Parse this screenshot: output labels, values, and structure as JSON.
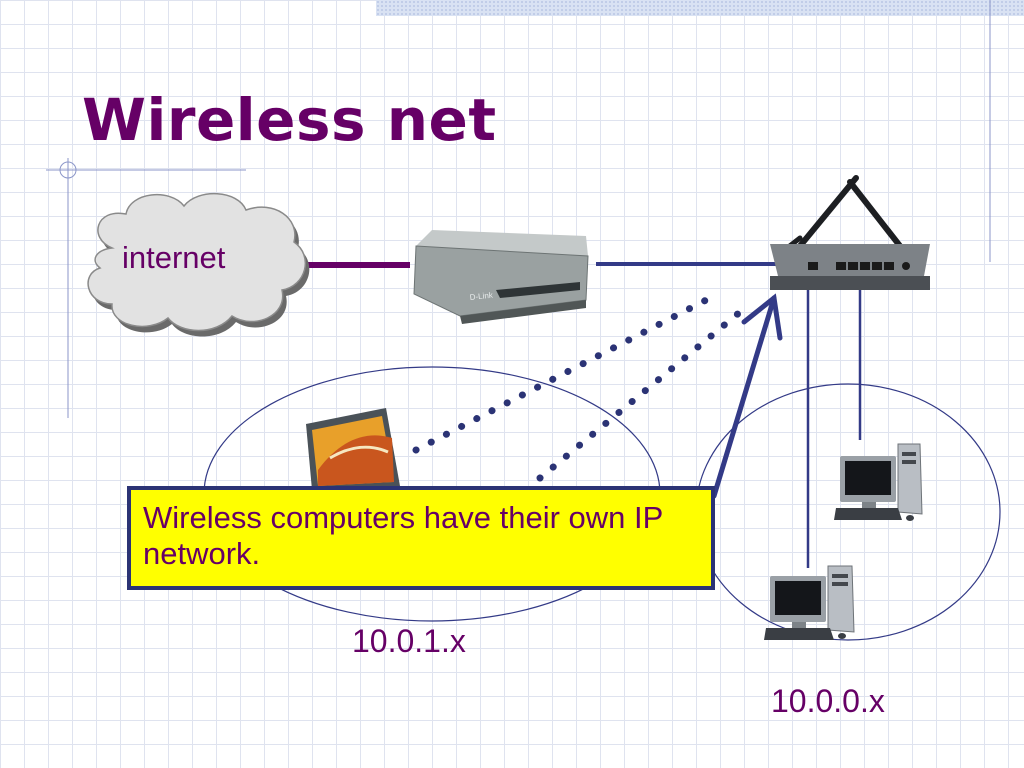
{
  "slide": {
    "title": "Wireless net"
  },
  "diagram": {
    "cloud_label": "internet",
    "wireless_network_label": "10.0.1.x",
    "wired_network_label": "10.0.0.x",
    "callout_text": "Wireless computers have their own IP network.",
    "modem_brand": "D-Link"
  },
  "colors": {
    "title": "#660066",
    "text": "#660066",
    "wire": "#333a87",
    "internet_link": "#660066",
    "callout_fill": "#ffff00",
    "callout_border": "#2b3375"
  },
  "icons": [
    "cloud-icon",
    "modem-icon",
    "wireless-router-icon",
    "laptop-icon",
    "desktop-computer-icon"
  ]
}
